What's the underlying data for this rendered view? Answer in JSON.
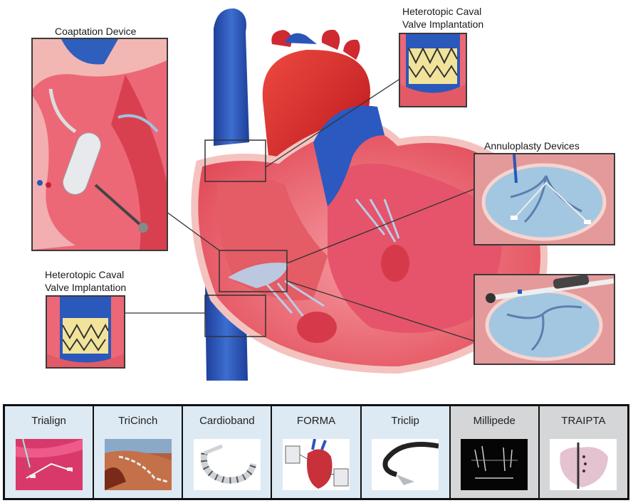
{
  "callouts": {
    "coaptation": "Coaptation Device",
    "caval_top_line1": "Heterotopic Caval",
    "caval_top_line2": "Valve Implantation",
    "annuloplasty": "Annuloplasty Devices",
    "caval_left_line1": "Heterotopic Caval",
    "caval_left_line2": "Valve Implantation"
  },
  "devices": [
    {
      "label": "Trialign"
    },
    {
      "label": "TriCinch"
    },
    {
      "label": "Cardioband"
    },
    {
      "label": "FORMA"
    },
    {
      "label": "Triclip"
    },
    {
      "label": "Millipede"
    },
    {
      "label": "TRAIPTA"
    }
  ],
  "colors": {
    "myocardium": "#e8505e",
    "vein_blue": "#2a56b8",
    "aorta_red": "#d8262e",
    "valve_blue": "#9fc4de",
    "tile_blue": "#dde9f3",
    "tile_gray": "#d4d6d8"
  }
}
